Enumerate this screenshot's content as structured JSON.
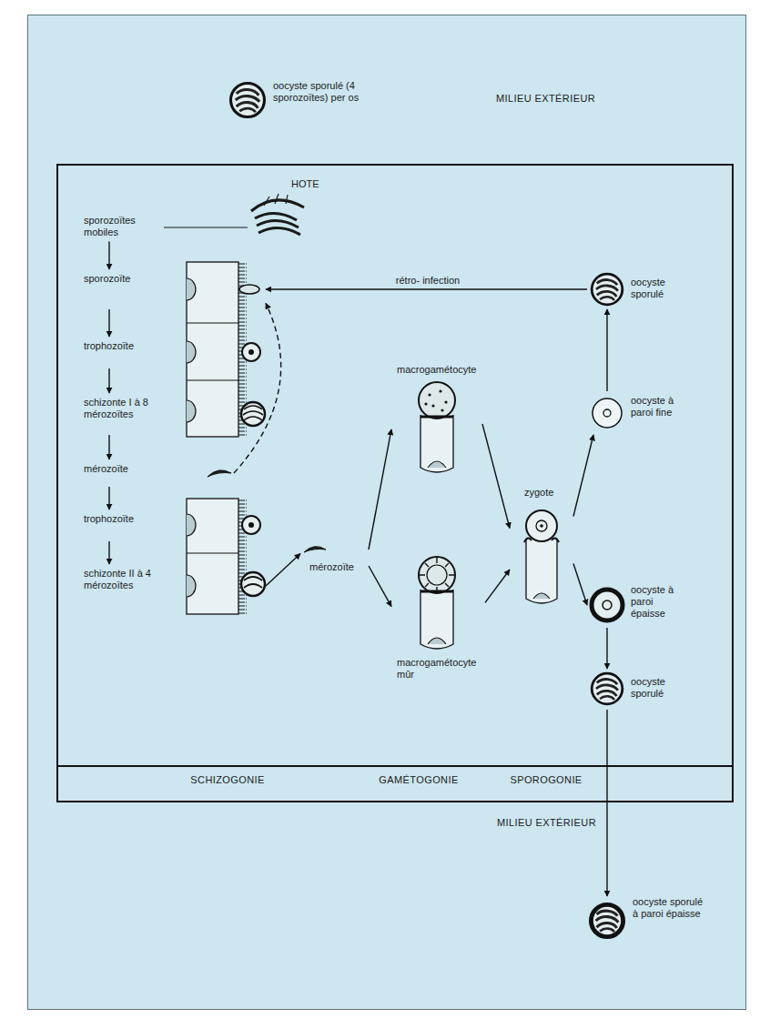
{
  "diagram": {
    "nodes": [
      {
        "text": [
          "oocyste sporulé (4 sporozoïtes) per os"
        ]
      },
      {
        "text": [
          "HOTE"
        ]
      },
      {
        "text": [
          "sporozoïtes mobiles"
        ],
        "in": 1
      },
      {
        "text": [
          "sporozoïte"
        ],
        "in": 1
      },
      {
        "text": [
          "trophozoïte"
        ],
        "in": 1
      },
      {
        "text": [
          "schizonte I à 8 mérozoïtes"
        ],
        "in": 1
      },
      {
        "text": [
          "mérozoïte"
        ],
        "in": 1
      },
      {
        "text": [
          "trophozoïte"
        ],
        "in": 1
      },
      {
        "text": [
          "schizonte II à 4 mérozoïtes"
        ],
        "in": 1
      },
      {
        "text": [
          "macrogamétocyte"
        ],
        "in": 1
      },
      {
        "text": [
          "mérozoïte"
        ],
        "in": 1
      },
      {
        "text": [
          "zygote"
        ],
        "in": 1
      },
      {
        "text": [
          "macrogamétocyte mûr"
        ],
        "in": 1
      },
      {
        "text": [
          "oocyste sporulé"
        ],
        "in": 1
      },
      {
        "text": [
          "oocyste à paroi fine"
        ],
        "in": 1
      },
      {
        "text": [
          "oocyste à paroi épaisse"
        ],
        "in": 1
      },
      {
        "text": [
          "oocyste sporulé"
        ],
        "in": 1
      },
      {
        "text": [
          "oocyste sporulé à paroi épaisse"
        ]
      }
    ],
    "edges": [
      {
        "from": 2,
        "to": 3,
        "arrow": "to"
      },
      {
        "from": 3,
        "to": 4,
        "arrow": "to"
      },
      {
        "from": 4,
        "to": 5,
        "arrow": "to"
      },
      {
        "from": 5,
        "to": 6,
        "arrow": "to"
      },
      {
        "from": 6,
        "to": 7,
        "arrow": "to"
      },
      {
        "from": 7,
        "to": 8,
        "arrow": "to"
      },
      {
        "from": 13,
        "to": 3,
        "label": "rétro- infection",
        "arrow": "to"
      },
      {
        "from": 6,
        "to": 3,
        "arrow": "to"
      },
      {
        "from": 8,
        "to": 10,
        "arrow": "to"
      },
      {
        "from": 10,
        "to": 9,
        "arrow": "to"
      },
      {
        "from": 10,
        "to": 12,
        "arrow": "to"
      },
      {
        "from": 9,
        "to": 11,
        "arrow": "to"
      },
      {
        "from": 12,
        "to": 11,
        "arrow": "to"
      },
      {
        "from": 11,
        "to": 14,
        "arrow": "to"
      },
      {
        "from": 11,
        "to": 15,
        "arrow": "to"
      },
      {
        "from": 14,
        "to": 13,
        "arrow": "to"
      },
      {
        "from": 15,
        "to": 16,
        "arrow": "to"
      },
      {
        "from": 16,
        "to": 17,
        "arrow": "to"
      }
    ],
    "labels": [
      "MILIEU EXTÉRIEUR",
      "SCHIZOGONIE",
      "GAMÉTOGONIE",
      "SPOROGONIE",
      "MILIEU EXTÉRIEUR"
    ]
  }
}
